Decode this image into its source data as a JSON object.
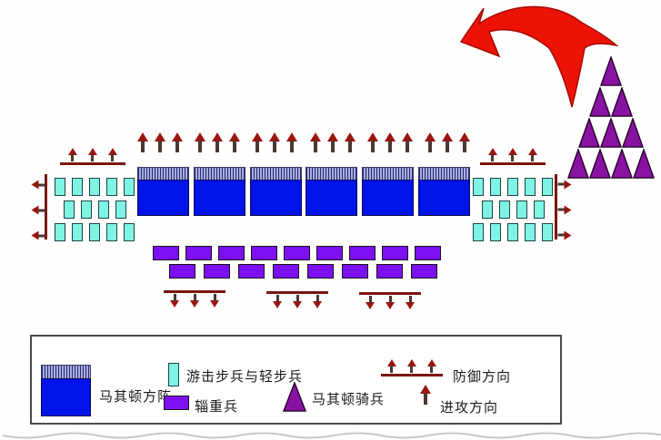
{
  "legend": {
    "phalanx": "马其顿方阵",
    "skirmishers": "游击步兵与轻步兵",
    "baggage": "辎重兵",
    "cavalry": "马其顿骑兵",
    "defense_direction": "防御方向",
    "attack_direction": "进攻方向"
  },
  "formation": {
    "phalanx_block_count": 6,
    "attack_arrows_per_block": 3,
    "top_attack_arrow_count": 18,
    "left_flank_skirmisher_rows": [
      5,
      4,
      5
    ],
    "right_flank_skirmisher_rows": [
      5,
      4,
      5
    ],
    "flank_defense_arrows_per_line": 3,
    "baggage_row_counts": [
      9,
      8
    ],
    "rear_defense_line_count": 3,
    "rear_defense_arrows_per_line": 3,
    "cavalry_row_counts": [
      1,
      2,
      3,
      4
    ],
    "cavalry_total": 10
  },
  "colors": {
    "phalanx_blue": "#0013e8",
    "pike_stripe_bg": "#a9aeda",
    "pike_stripe_line": "#232a7a",
    "skirmisher_cyan": "#7ff4e4",
    "baggage_purple": "#7c10f2",
    "cavalry_purple": "#8a12a2",
    "arrow_dark_red": "#9c140c",
    "defense_bar_red": "#7a150d",
    "retreat_arrow_red": "#ec1306",
    "legend_border_gray": "#4a4a4a"
  }
}
